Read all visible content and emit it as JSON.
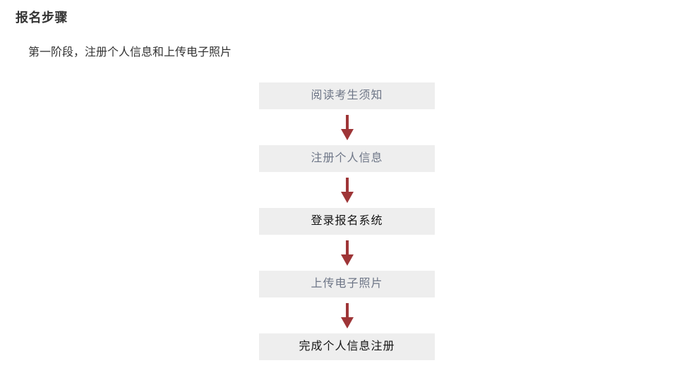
{
  "page": {
    "title": "报名步骤",
    "subtitle": "第一阶段，注册个人信息和上传电子照片"
  },
  "flow": {
    "steps": [
      {
        "label": "阅读考生须知",
        "style": "link"
      },
      {
        "label": "注册个人信息",
        "style": "link"
      },
      {
        "label": "登录报名系统",
        "style": "plain"
      },
      {
        "label": "上传电子照片",
        "style": "link"
      },
      {
        "label": "完成个人信息注册",
        "style": "plain"
      }
    ],
    "arrow_icon": "down-arrow",
    "colors": {
      "box_background": "#eeeeee",
      "link_text": "#6e7687",
      "plain_text": "#141414",
      "arrow": "#9e3537",
      "title_text": "#333333"
    }
  }
}
